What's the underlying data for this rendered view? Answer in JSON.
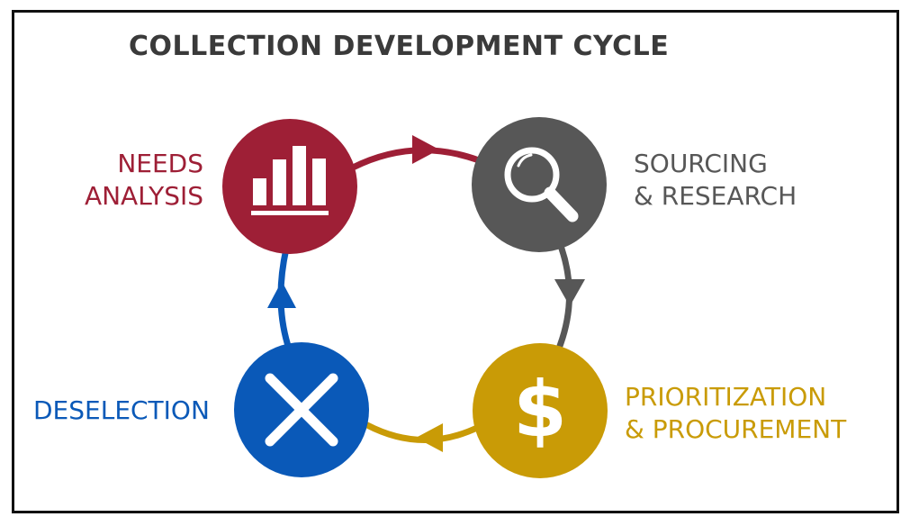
{
  "title": "COLLECTION DEVELOPMENT CYCLE",
  "stages": [
    {
      "id": "needs-analysis",
      "lines": [
        "NEEDS",
        "ANALYSIS"
      ],
      "color": "#9e1f36",
      "icon": "bar-chart-icon"
    },
    {
      "id": "sourcing-research",
      "lines": [
        "SOURCING",
        "& RESEARCH"
      ],
      "color": "#575757",
      "icon": "magnifier-icon"
    },
    {
      "id": "prioritization-procurement",
      "lines": [
        "PRIORITIZATION",
        "& PROCUREMENT"
      ],
      "color": "#c99b06",
      "icon": "dollar-icon"
    },
    {
      "id": "deselection",
      "lines": [
        "DESELECTION"
      ],
      "color": "#0a59b8",
      "icon": "x-icon"
    }
  ]
}
